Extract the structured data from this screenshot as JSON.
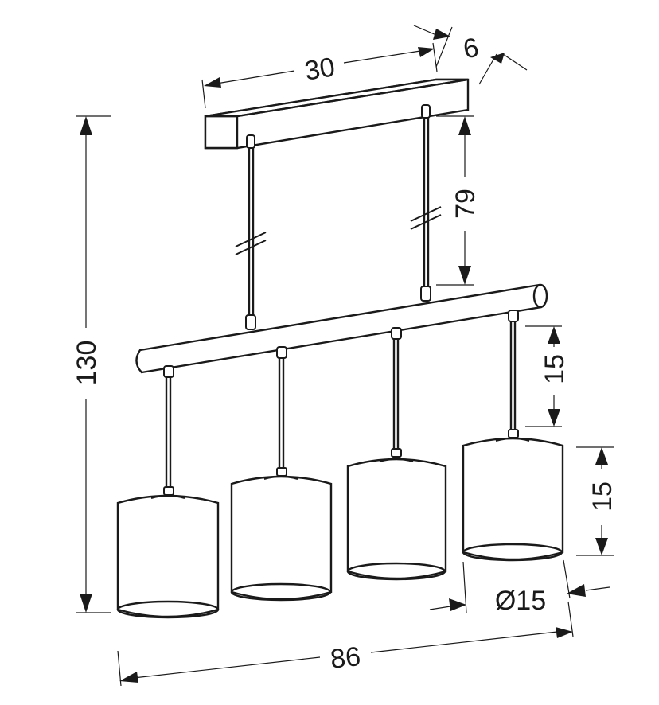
{
  "dimensions": {
    "canopy_length": "30",
    "canopy_depth": "6",
    "suspension_height": "79",
    "total_height": "130",
    "pendant_drop": "15",
    "shade_height": "15",
    "shade_diameter": "Ø15",
    "total_width": "86"
  },
  "colors": {
    "ink": "#1a1a1a",
    "background": "#ffffff"
  }
}
